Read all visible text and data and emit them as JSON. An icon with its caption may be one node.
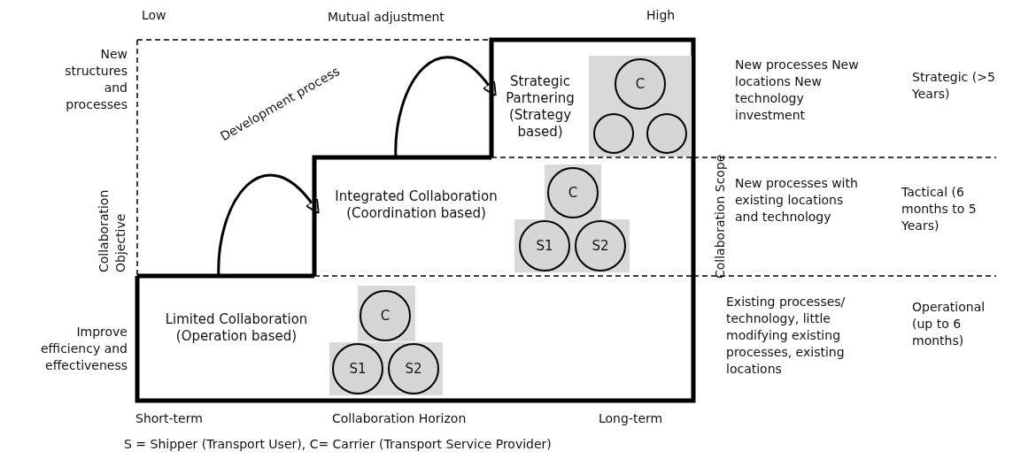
{
  "diagram": {
    "caption": "S = Shipper (Transport User), C= Carrier (Transport Service Provider)",
    "nodes": [
      {
        "text": [
          "Limited Collaboration (Operation based)"
        ]
      },
      {
        "text": [
          "C"
        ],
        "in": 0
      },
      {
        "text": [
          "S1"
        ],
        "in": 0
      },
      {
        "text": [
          "S2"
        ],
        "in": 0
      },
      {
        "text": [
          "Integrated Collaboration (Coordination based)"
        ]
      },
      {
        "text": [
          "C"
        ],
        "in": 4
      },
      {
        "text": [
          "S1"
        ],
        "in": 4
      },
      {
        "text": [
          "S2"
        ],
        "in": 4
      },
      {
        "text": [
          "Strategic Partnering (Strategy based)"
        ]
      },
      {
        "text": [],
        "shape": "circle",
        "in": 8
      },
      {
        "text": [],
        "shape": "circle",
        "in": 8
      },
      {
        "text": [
          "C"
        ],
        "in": 8
      }
    ],
    "edges": [
      {
        "from": 0,
        "to": 4,
        "arrow": "to"
      },
      {
        "from": 4,
        "to": 8,
        "arrow": "to"
      }
    ],
    "labels": [
      "Low",
      "Mutual adjustment",
      "High",
      "New structures and processes",
      "Development process",
      "New processes New locations New technology investment",
      "Strategic (>5 Years)",
      "Collaboration Objective",
      "Collaboration Scope",
      "New processes with existing locations and technology",
      "Tactical (6 months to 5 Years)",
      "Existing processes/ technology, little modifying existing processes, existing locations",
      "Operational (up to 6 months)",
      "Improve efficiency and effectiveness",
      "Short-term",
      "Collaboration Horizon",
      "Long-term"
    ]
  }
}
